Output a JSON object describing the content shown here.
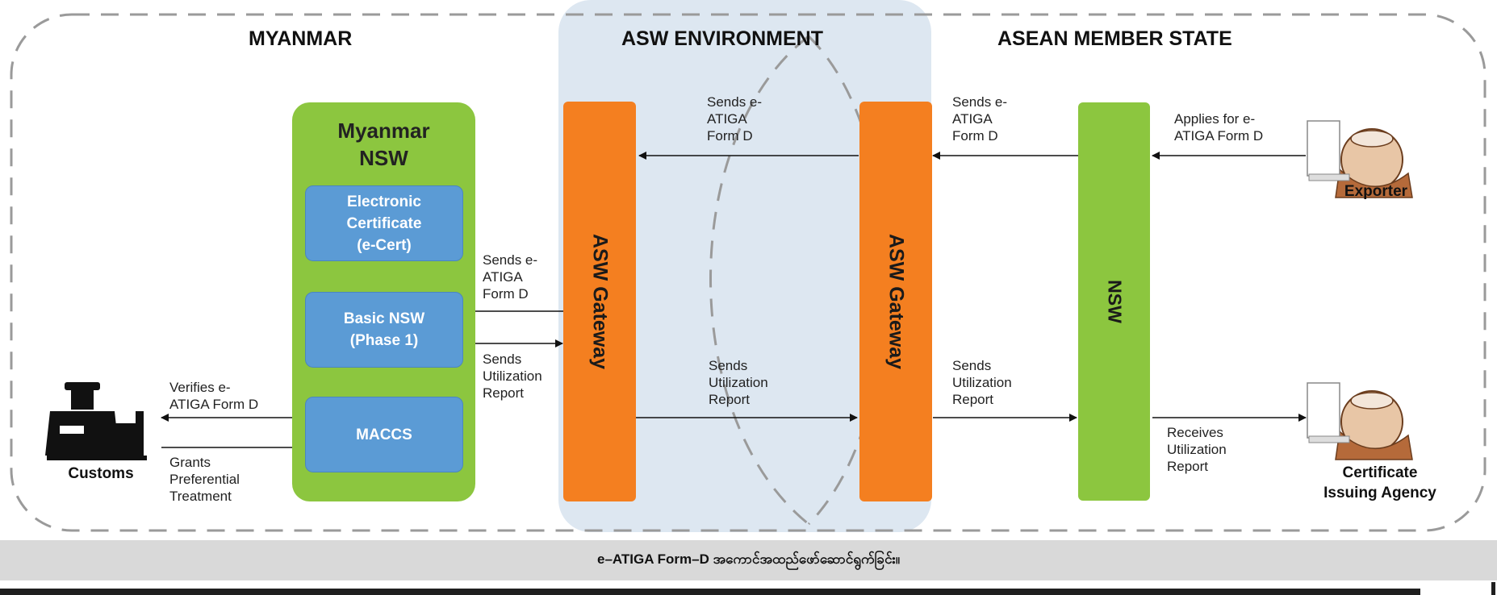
{
  "regions": {
    "myanmar": "MYANMAR",
    "asw_environment": "ASW ENVIRONMENT",
    "asean_member_state": "ASEAN MEMBER STATE"
  },
  "myanmar_nsw": {
    "title": "Myanmar\nNSW",
    "ecert": "Electronic\nCertificate\n(e-Cert)",
    "basic_nsw": "Basic NSW\n(Phase 1)",
    "maccs": "MACCS"
  },
  "gateways": {
    "left": "ASW Gateway",
    "right": "ASW Gateway"
  },
  "nsw_column": "NSW",
  "actors": {
    "customs": "Customs",
    "exporter": "Exporter",
    "agency": "Certificate\nIssuing Agency"
  },
  "flow_labels": {
    "exporter_applies": "Applies for e-\nATIGA Form D",
    "nsw_sends_form": "Sends e-\nATIGA\nForm D",
    "gateway_sends_form": "Sends e-\nATIGA\nForm D",
    "to_basic_nsw_form": "Sends e-\nATIGA\nForm D",
    "basic_nsw_sends_report": "Sends\nUtilization\nReport",
    "gateway_sends_report": "Sends\nUtilization\nReport",
    "gateway_to_nsw_report": "Sends\nUtilization\nReport",
    "agency_receives_report": "Receives\nUtilization\nReport",
    "customs_verifies": "Verifies e-\nATIGA Form D",
    "customs_grants": "Grants\nPreferential\nTreatment"
  },
  "caption": "e–ATIGA Form–D အကောင်အထည်ဖော်ဆောင်ရွက်ခြင်း။",
  "colors": {
    "nsw_green": "#8cc63f",
    "gateway_orange": "#f47f20",
    "box_blue": "#5b9bd5",
    "asw_zone": "#dde7f1"
  },
  "icons": [
    "customs-officer-icon",
    "exporter-person-icon",
    "agency-person-icon"
  ]
}
